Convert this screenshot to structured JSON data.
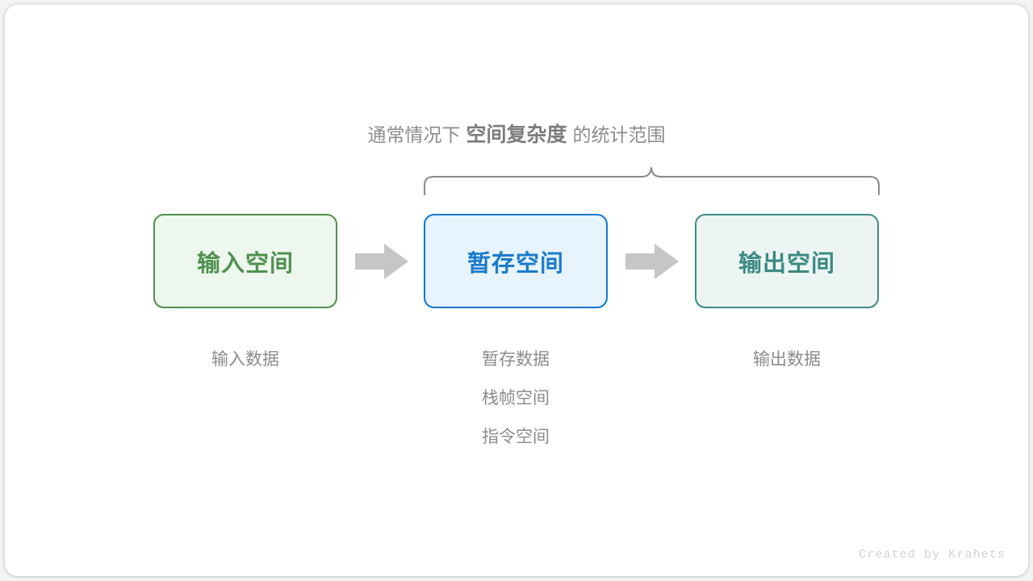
{
  "caption": {
    "prefix": "通常情况下",
    "emphasis": "空间复杂度",
    "suffix": "的统计范围"
  },
  "colors": {
    "input_border": "#4f8f4a",
    "input_fill": "#eef7ed",
    "input_text": "#4f9050",
    "temp_border": "#1277ca",
    "temp_fill": "#e7f3fd",
    "temp_text": "#1a7ccb",
    "output_border": "#3d8c85",
    "output_fill": "#ecf5f3",
    "output_text": "#3a8a82",
    "arrow": "#c6c6c6",
    "brace": "#8a8a8a",
    "caption_text": "#8c8c8c"
  },
  "columns": [
    {
      "id": "input",
      "box_label": "输入空间",
      "captions": [
        "输入数据"
      ]
    },
    {
      "id": "temp",
      "box_label": "暂存空间",
      "captions": [
        "暂存数据",
        "栈帧空间",
        "指令空间"
      ]
    },
    {
      "id": "output",
      "box_label": "输出空间",
      "captions": [
        "输出数据"
      ]
    }
  ],
  "arrows": [
    {
      "id": "arrow-1",
      "name": "arrow-input-to-temp"
    },
    {
      "id": "arrow-2",
      "name": "arrow-temp-to-output"
    }
  ],
  "footer": "Created by Krahets"
}
